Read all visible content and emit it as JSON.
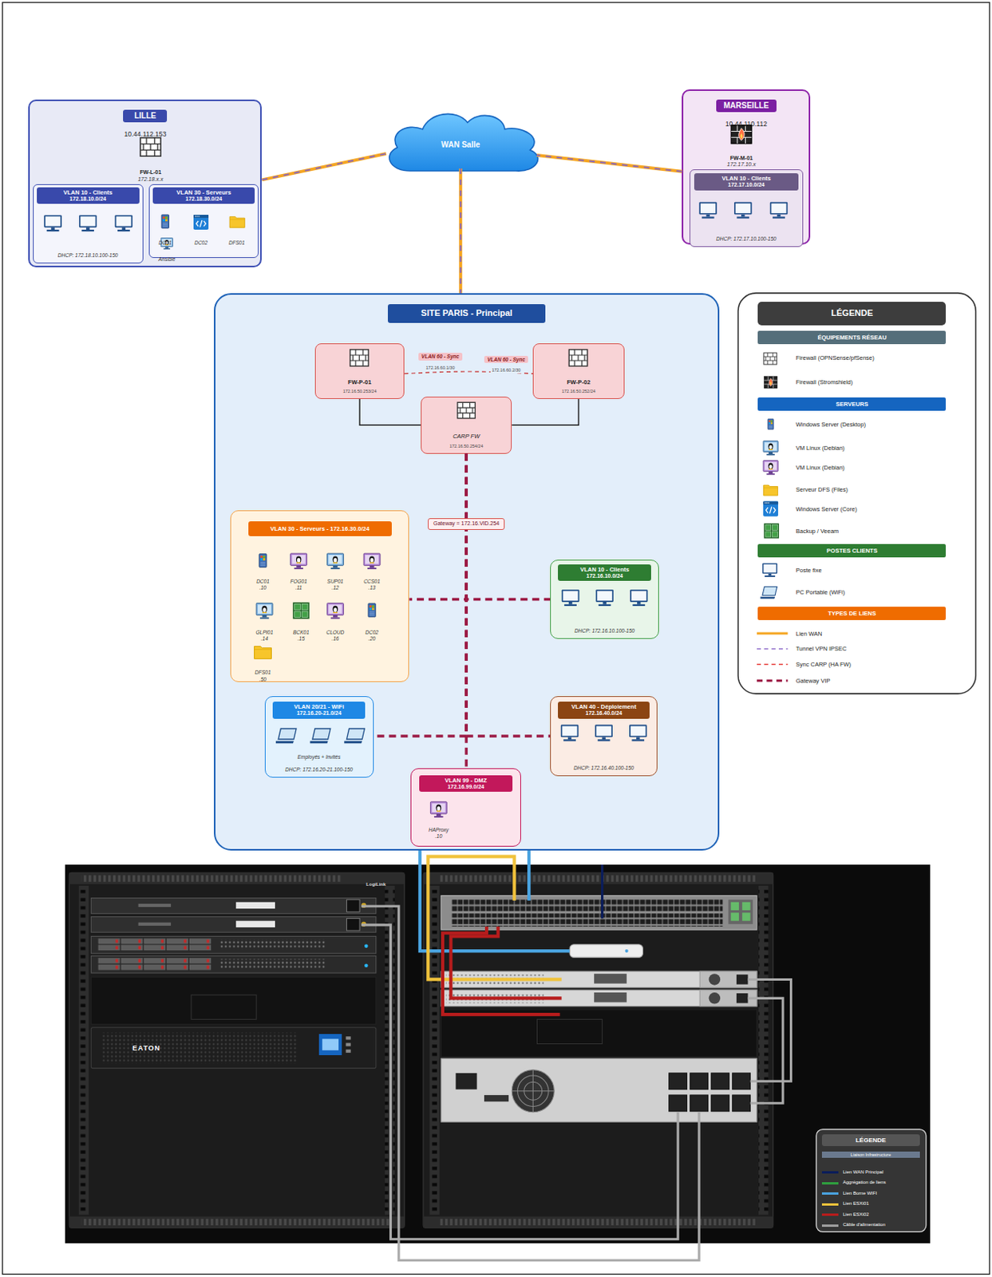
{
  "diagram": {
    "nodes": [
      {
        "text": [
          "LILLE",
          "10.44.112.153"
        ]
      },
      {
        "text": [
          "VLAN 10 - Clients",
          "172.18.10.0/24",
          "DHCP: 172.18.10.100-150"
        ],
        "in": 0
      },
      {
        "text": [
          "VLAN 30 - Serveurs",
          "172.18.30.0/24"
        ],
        "in": 0
      },
      {
        "text": [
          "WAN Salle"
        ]
      },
      {
        "text": [
          "MARSEILLE",
          "10.44.110.112"
        ]
      },
      {
        "text": [
          "VLAN 10 - Clients",
          "172.17.10.0/24",
          "DHCP: 172.17.10.100-150"
        ],
        "in": 4
      },
      {
        "text": [
          "SITE PARIS - Principal"
        ]
      },
      {
        "text": [
          "FW-P-01",
          "172.16.50.253/24"
        ],
        "in": 6
      },
      {
        "text": [
          "FW-P-02",
          "172.16.50.252/24"
        ],
        "in": 6
      },
      {
        "text": [
          "CARP FW",
          "172.16.50.254/24"
        ],
        "in": 6
      },
      {
        "text": [
          "VLAN 30 - Serveurs - 172.16.30.0/24"
        ],
        "in": 6
      },
      {
        "text": [
          "VLAN 10 - Clients",
          "172.16.10.0/24",
          "DHCP: 172.16.10.100-150"
        ],
        "in": 6
      },
      {
        "text": [
          "VLAN 20/21 - WiFi",
          "172.16.20-21.0/24",
          "Employés + Invités",
          "DHCP: 172.16.20-21.100-150"
        ],
        "in": 6
      },
      {
        "text": [
          "VLAN 40 - Déploiement",
          "172.16.40.0/24",
          "DHCP: 172.16.40.100-150"
        ],
        "in": 6
      },
      {
        "text": [
          "VLAN 99 - DMZ",
          "172.16.99.0/24"
        ],
        "in": 6
      }
    ],
    "edges": [
      {
        "from": 0,
        "to": 3,
        "arrow": "none"
      },
      {
        "from": 4,
        "to": 3,
        "arrow": "none"
      },
      {
        "from": 3,
        "to": 6,
        "arrow": "none"
      },
      {
        "from": 7,
        "to": 9,
        "arrow": "none"
      },
      {
        "from": 8,
        "to": 9,
        "arrow": "none"
      },
      {
        "from": 7,
        "to": 8,
        "arrow": "none"
      },
      {
        "from": 9,
        "to": 10,
        "arrow": "none"
      },
      {
        "from": 9,
        "to": 11,
        "arrow": "none"
      },
      {
        "from": 9,
        "to": 12,
        "arrow": "none"
      },
      {
        "from": 9,
        "to": 13,
        "arrow": "none"
      },
      {
        "from": 9,
        "to": 14,
        "arrow": "none"
      }
    ],
    "labels": [
      "FW-L-01",
      "172.18.x.x",
      "DC01",
      "DC02",
      "DFS01",
      "Ansible",
      "FW-M-01",
      "172.17.10.x",
      "VLAN 60 - Sync",
      "172.16.60.1/30",
      "VLAN 60 - Sync",
      "172.16.60.2/30",
      "Gateway = 172.16.VID.254",
      "DC01",
      ".10",
      "FOG01",
      ".11",
      "SUP01",
      ".12",
      "CCS01",
      ".13",
      "GLPI01",
      ".14",
      "BCK01",
      ".15",
      "CLOUD",
      ".16",
      "DC02",
      ".20",
      "DFS01",
      ".50",
      "HAProxy",
      ".10",
      "LÉGENDE",
      "ÉQUIPEMENTS RÉSEAU",
      "SERVEURS",
      "POSTES CLIENTS",
      "TYPES DE LIENS",
      "LogiLink",
      "EATON",
      "LÉGENDE",
      "Liaison Infrastructure"
    ],
    "legend": [
      {
        "text": "Firewall (OPNSense/pfSense)"
      },
      {
        "text": "Firewall (Stromshield)"
      },
      {
        "text": "Windows Server (Desktop)"
      },
      {
        "text": "VM Linux (Debian)"
      },
      {
        "text": "VM Linux (Debian)"
      },
      {
        "text": "Serveur DFS (Files)"
      },
      {
        "text": "Windows Server (Core)"
      },
      {
        "text": "Backup / Veeam"
      },
      {
        "text": "Poste fixe"
      },
      {
        "text": "PC Portable (WiFi)"
      },
      {
        "text": "Lien WAN"
      },
      {
        "text": "Tunnel VPN IPSEC"
      },
      {
        "text": "Sync CARP (HA FW)"
      },
      {
        "text": "Gateway VIP"
      },
      {
        "text": "Lien WAN Principal",
        "color": "#0b1d5a"
      },
      {
        "text": "Aggrégation de liens",
        "color": "#2e9e3e"
      },
      {
        "text": "Lien Borne WIFI",
        "color": "#4aa3df"
      },
      {
        "text": "Lien ESXi01",
        "color": "#f0c23b"
      },
      {
        "text": "Lien ESXi02",
        "color": "#b71c1c"
      },
      {
        "text": "Câble d'alimentation",
        "color": "#9e9e9e"
      }
    ]
  }
}
